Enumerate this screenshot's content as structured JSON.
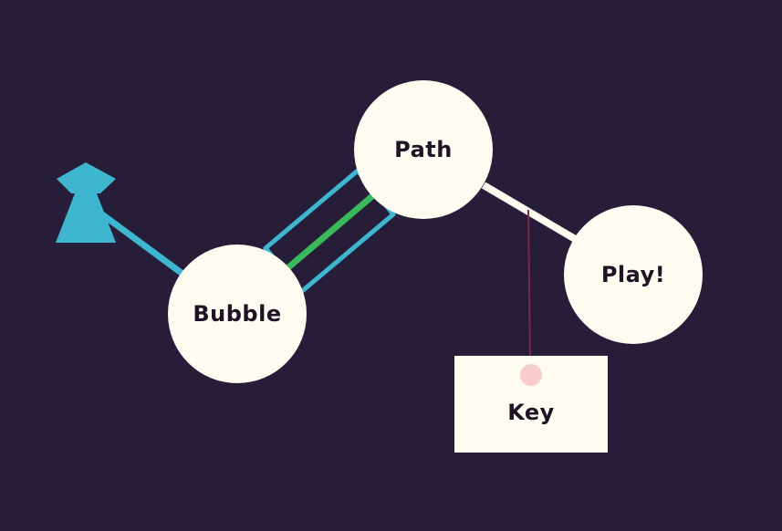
{
  "nodes": {
    "bubble": {
      "label": "Bubble"
    },
    "path": {
      "label": "Path"
    },
    "play": {
      "label": "Play!"
    }
  },
  "key": {
    "label": "Key"
  },
  "colors": {
    "background": "#261d39",
    "node_fill": "#fefbf0",
    "text": "#1b1626",
    "player_accent": "#3fb6cf",
    "active_path": "#3bb85a",
    "link": "#fefbf0",
    "key_string": "#7a2a46",
    "key_dot": "#f9cdcb"
  },
  "icons": {
    "player": "player-pawn-icon"
  }
}
